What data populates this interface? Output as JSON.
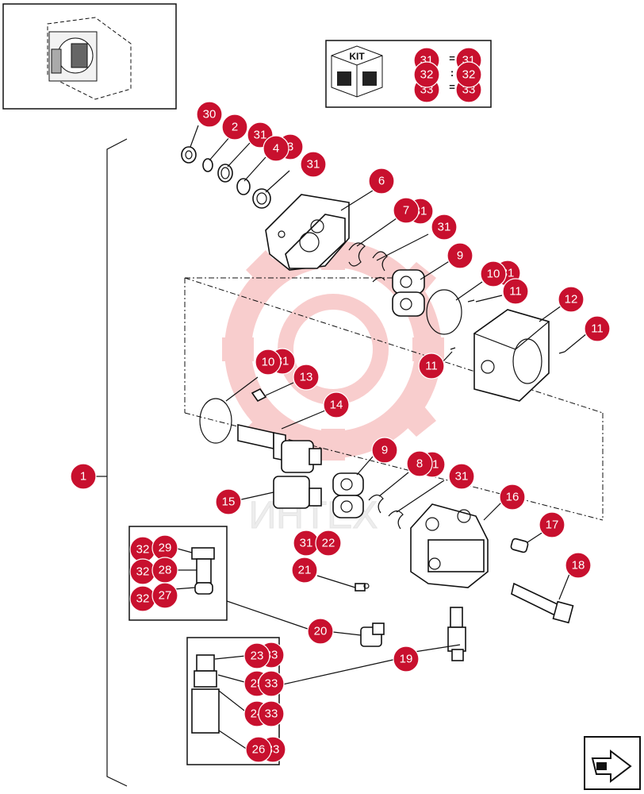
{
  "kit_box": {
    "label": "KIT",
    "equals": "=",
    "colon": ":"
  },
  "kit_pairs": [
    {
      "left": "31",
      "right": "31"
    },
    {
      "left": "32",
      "right": "32"
    },
    {
      "left": "33",
      "right": "33"
    }
  ],
  "watermark_text": "ИНТЕХ",
  "callouts": [
    "30",
    "2",
    "31",
    "4",
    "3",
    "31",
    "6",
    "7",
    "31",
    "31",
    "9",
    "10",
    "31",
    "11",
    "12",
    "11",
    "11",
    "10",
    "31",
    "13",
    "14",
    "9",
    "8",
    "31",
    "31",
    "15",
    "16",
    "17",
    "18",
    "1",
    "32",
    "29",
    "32",
    "28",
    "32",
    "27",
    "31",
    "22",
    "21",
    "20",
    "19",
    "23",
    "33",
    "25",
    "33",
    "24",
    "33",
    "26",
    "33"
  ],
  "colors": {
    "callout": "#c8102e",
    "watermark": "#f4a6a6",
    "line": "#111111"
  },
  "icons": {
    "thumbnail": "pump-thumbnail-icon",
    "next": "next-page-arrow-icon",
    "kit": "kit-box-icon"
  }
}
